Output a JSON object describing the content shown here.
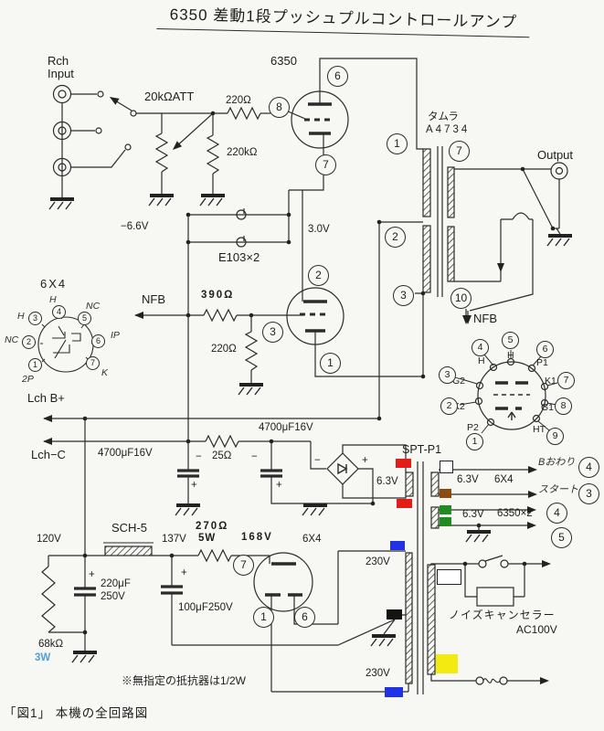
{
  "title": "6350 差動1段プッシュプルコントロールアンプ",
  "caption": "「図1」 本機の全回路図",
  "note": "※無指定の抵抗器は1/2W",
  "colors": {
    "red": "#e41c17",
    "brown": "#8a4a12",
    "green": "#1f8c1f",
    "blue": "#2031e8",
    "black": "#141414",
    "yellow": "#f2ea10",
    "white": "#ffffff",
    "blue_text": "#4d9fd6"
  },
  "input": {
    "channel_line1": "Rch",
    "channel_line2": "Input",
    "attenuator": "20kΩATT",
    "grid_resistor": "220Ω",
    "shunt_resistor": "220kΩ"
  },
  "amp": {
    "tube": "6350",
    "pin_plate_upper": "6",
    "pin_grid_upper": "8",
    "pin_cathode_upper": "7",
    "pin_cathode_lower": "2",
    "pin_grid_lower": "3",
    "pin_plate_lower": "1",
    "bias_voltage": "−6.6V",
    "cathode_voltage": "3.0V",
    "battery": "E103×2",
    "nfb": "NFB",
    "fb_resistor": "390Ω",
    "cathode_resistor": "220Ω"
  },
  "opt": {
    "maker": "タムラ",
    "model": "A4734",
    "output": "Output",
    "nfb": "NFB",
    "taps": {
      "p_top": "1",
      "p_mid": "2",
      "p_bot": "3",
      "s_top": "7",
      "s_bot": "10"
    }
  },
  "socket_6x4": {
    "title": "6X4",
    "pins": [
      {
        "n": "4",
        "label": "H"
      },
      {
        "n": "5",
        "label": "NC"
      },
      {
        "n": "6",
        "label": "IP"
      },
      {
        "n": "7",
        "label": "K"
      },
      {
        "n": "1",
        "label": "2P"
      },
      {
        "n": "2",
        "label": "NC"
      },
      {
        "n": "3",
        "label": "H"
      }
    ]
  },
  "socket_6350": {
    "pins": [
      {
        "n": "4",
        "label": "H"
      },
      {
        "n": "5",
        "label": "H"
      },
      {
        "n": "6",
        "label": "P1"
      },
      {
        "n": "7",
        "label": "K1"
      },
      {
        "n": "8",
        "label": "G1"
      },
      {
        "n": "9",
        "label": "HT"
      },
      {
        "n": "1",
        "label": "P2"
      },
      {
        "n": "2",
        "label": "K2"
      },
      {
        "n": "3",
        "label": "G2"
      }
    ]
  },
  "supply": {
    "b_plus": "Lch B+",
    "c_minus": "Lch−C",
    "cap1": "4700μF16V",
    "cap2": "4700μF16V",
    "r_filter": "25Ω",
    "heater_bridge": "6.3V",
    "v120": "120V",
    "choke": "SCH-5",
    "v137": "137V",
    "r_drop": "270Ω",
    "r_drop_w": "5W",
    "v168": "168V",
    "rect_tube": "6X4",
    "rect_pins": {
      "cathode": "7",
      "plate1": "1",
      "plate2": "6"
    },
    "cap3_1": "220μF",
    "cap3_2": "250V",
    "cap4": "100μF250V",
    "bleeder": "68kΩ",
    "bleeder_w": "3W",
    "hv1": "230V",
    "hv2": "230V",
    "minus": "−",
    "plus": "+"
  },
  "spt": {
    "name": "SPT-P1",
    "w1": {
      "v": "6.3V",
      "load": "6X4",
      "note1": "Bおわり",
      "t1": "4",
      "note2": "スタート",
      "t2": "3"
    },
    "w2": {
      "v": "6.3V",
      "load": "6350×2",
      "t1": "4",
      "t2": "5"
    },
    "primary": {
      "nc": "ノイズキャンセラー",
      "ac": "AC100V"
    }
  }
}
